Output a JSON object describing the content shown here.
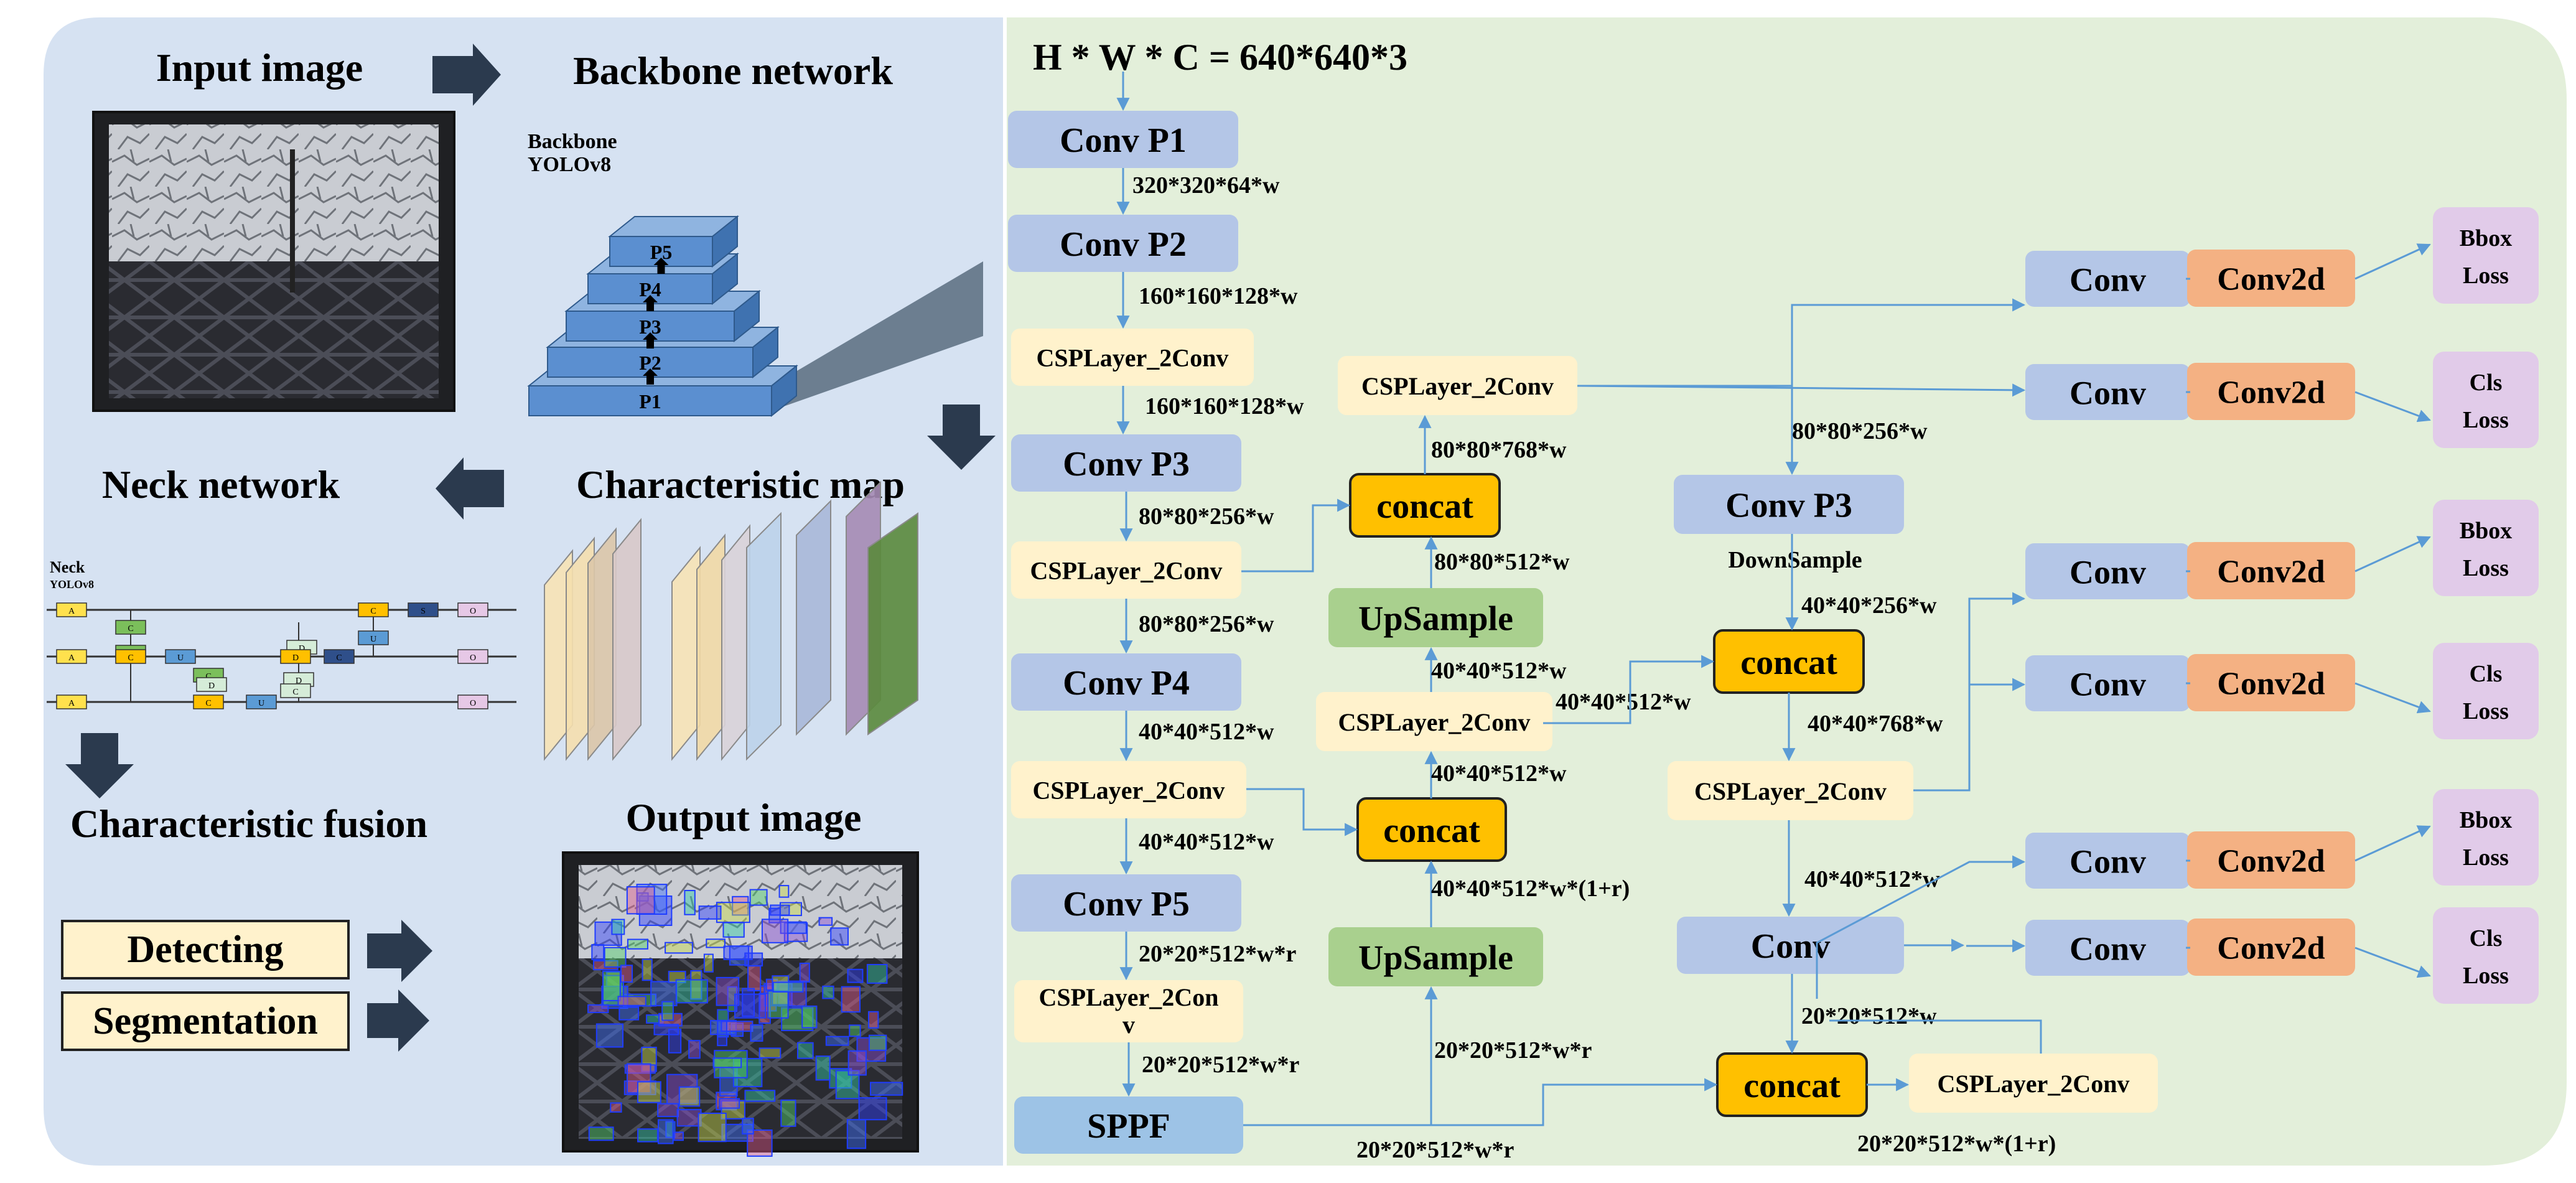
{
  "left_panel": {
    "input_title": "Input image",
    "backbone_title": "Backbone network",
    "backbone_label_1": "Backbone",
    "backbone_label_2": "YOLOv8",
    "pyramid_levels": [
      "P1",
      "P2",
      "P3",
      "P4",
      "P5"
    ],
    "neck_title": "Neck network",
    "charmap_title": "Characteristic map",
    "neck_small_label_1": "Neck",
    "neck_small_label_2": "YOLOv8",
    "fusion_title": "Characteristic fusion",
    "output_title": "Output image",
    "tasks": [
      "Detecting",
      "Segmentation"
    ],
    "neck_node_letters": [
      "A",
      "C",
      "C",
      "D",
      "C",
      "S",
      "U",
      "O",
      "A",
      "C",
      "U",
      "C",
      "D",
      "C",
      "D",
      "O",
      "A",
      "C",
      "U",
      "D",
      "C",
      "O"
    ]
  },
  "right_panel": {
    "header": "H * W * C = 640*640*3",
    "backbone_col": [
      "Conv   P1",
      "Conv   P2",
      "CSPLayer_2Conv",
      "Conv   P3",
      "CSPLayer_2Conv",
      "Conv   P4",
      "CSPLayer_2Conv",
      "Conv   P5",
      "CSPLayer_2Con",
      "v",
      "SPPF"
    ],
    "neck_col": [
      "CSPLayer_2Conv",
      "concat",
      "UpSample",
      "CSPLayer_2Conv",
      "concat",
      "UpSample"
    ],
    "pan_col": [
      "Conv   P3",
      "DownSample",
      "concat",
      "CSPLayer_2Conv",
      "Conv",
      "concat",
      "CSPLayer_2Conv"
    ],
    "head": {
      "conv": "Conv",
      "conv2d": "Conv2d",
      "losses": [
        [
          "Bbox",
          "Loss"
        ],
        [
          "Cls",
          "Loss"
        ],
        [
          "Bbox",
          "Loss"
        ],
        [
          "Cls",
          "Loss"
        ],
        [
          "Bbox",
          "Loss"
        ],
        [
          "Cls",
          "Loss"
        ]
      ]
    },
    "dims": {
      "d1": "320*320*64*w",
      "d2": "160*160*128*w",
      "d3": "160*160*128*w",
      "d4": "80*80*256*w",
      "d5": "80*80*256*w",
      "d6": "40*40*512*w",
      "d7": "40*40*512*w",
      "d8": "20*20*512*w*r",
      "d9": "20*20*512*w*r",
      "n1": "80*80*768*w",
      "n2": "80*80*512*w",
      "n3": "40*40*512*w",
      "n4": "40*40*512*w",
      "n5": "40*40*512*w",
      "n6": "40*40*512*w*(1+r)",
      "n7": "20*20*512*w*r",
      "n8": "20*20*512*w*r",
      "p1": "80*80*256*w",
      "p2": "40*40*256*w",
      "p3": "40*40*768*w",
      "p4": "40*40*512*w",
      "p5": "20*20*512*w",
      "p6": "20*20*512*w*(1+r)"
    }
  },
  "colors": {
    "left_bg": "#d6e2f2",
    "right_bg": "#e3efda",
    "conv": "#b4c6e7",
    "csp": "#fff2cc",
    "concat": "#ffc000",
    "upsample": "#a9d08e",
    "conv2d": "#f4b183",
    "loss": "#e1cbe9",
    "arrow": "#5b9bd5"
  }
}
